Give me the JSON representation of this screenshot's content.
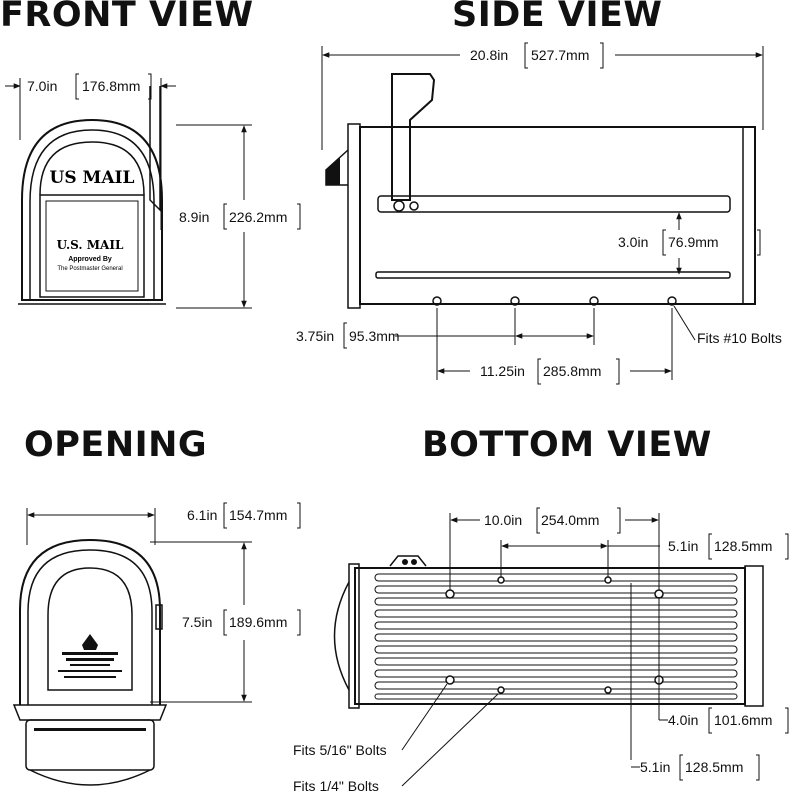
{
  "titles": {
    "front": "FRONT VIEW",
    "side": "SIDE VIEW",
    "opening": "OPENING",
    "bottom": "BOTTOM VIEW"
  },
  "front": {
    "width": {
      "in": "7.0in",
      "mm": "176.8mm"
    },
    "height": {
      "in": "8.9in",
      "mm": "226.2mm"
    },
    "mailbox_text_top": "US MAIL",
    "mailbox_text_door": "U.S. MAIL",
    "approved_by": "Approved By",
    "postmaster": "The Postmaster General"
  },
  "side": {
    "length": {
      "in": "20.8in",
      "mm": "527.7mm"
    },
    "flag_to_rail": {
      "in": "3.0in",
      "mm": "76.9mm"
    },
    "bolt_spacing_short": {
      "in": "3.75in",
      "mm": "95.3mm"
    },
    "bolt_spacing_long": {
      "in": "11.25in",
      "mm": "285.8mm"
    },
    "bolt_note": "Fits #10 Bolts"
  },
  "opening": {
    "width": {
      "in": "6.1in",
      "mm": "154.7mm"
    },
    "height": {
      "in": "7.5in",
      "mm": "189.6mm"
    }
  },
  "bottom": {
    "hole_spacing_a": {
      "in": "10.0in",
      "mm": "254.0mm"
    },
    "hole_spacing_b": {
      "in": "5.1in",
      "mm": "128.5mm"
    },
    "hole_spacing_c": {
      "in": "4.0in",
      "mm": "101.6mm"
    },
    "hole_spacing_d": {
      "in": "5.1in",
      "mm": "128.5mm"
    },
    "note_large": "Fits 5/16\" Bolts",
    "note_small": "Fits 1/4\" Bolts"
  },
  "colors": {
    "line": "#111111",
    "background": "#ffffff"
  }
}
